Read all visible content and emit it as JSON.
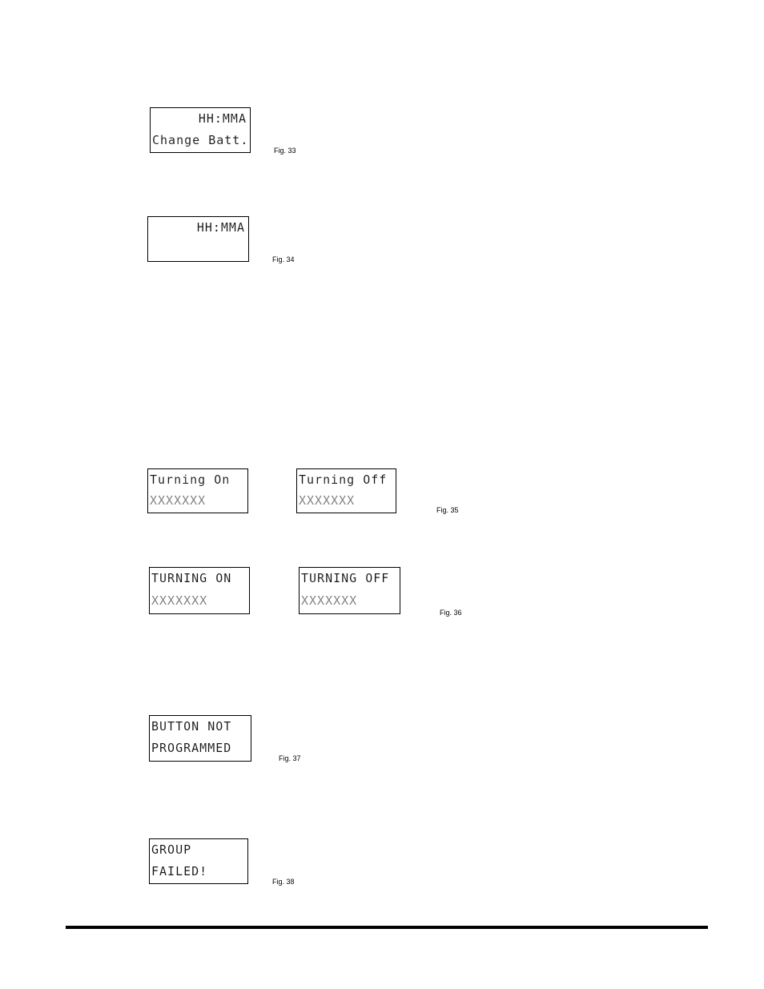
{
  "figures": {
    "fig33": {
      "line1": "HH:MMA",
      "line2": "Change Batt.",
      "caption": "Fig. 33"
    },
    "fig34": {
      "line1": "HH:MMA",
      "caption": "Fig. 34"
    },
    "fig35": {
      "left": {
        "line1": "Turning On",
        "line2": "XXXXXXX"
      },
      "right": {
        "line1": "Turning Off",
        "line2": "XXXXXXX"
      },
      "caption": "Fig. 35"
    },
    "fig36": {
      "left": {
        "line1": "TURNING ON",
        "line2": "XXXXXXX"
      },
      "right": {
        "line1": "TURNING OFF",
        "line2": "XXXXXXX"
      },
      "caption": "Fig. 36"
    },
    "fig37": {
      "line1": "BUTTON NOT",
      "line2": "PROGRAMMED",
      "caption": "Fig. 37"
    },
    "fig38": {
      "line1": "GROUP",
      "line2": "FAILED!",
      "caption": "Fig. 38"
    }
  }
}
